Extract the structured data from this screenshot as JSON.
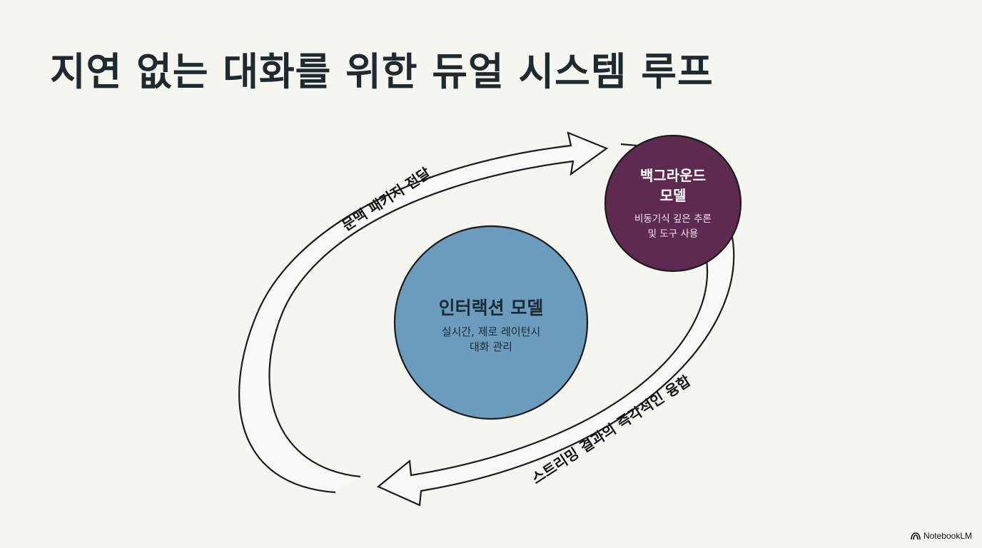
{
  "title": "지연 없는 대화를 위한 듀얼 시스템 루프",
  "interaction_model": {
    "title": "인터랙션 모델",
    "desc_line1": "실시간, 제로 레이턴시",
    "desc_line2": "대화 관리",
    "color": "#6b9bbd"
  },
  "background_model": {
    "title_line1": "백그라운드",
    "title_line2": "모델",
    "desc_line1": "비동기식 깊은 추론",
    "desc_line2": "및 도구 사용",
    "color": "#5e2a50"
  },
  "arrows": {
    "top_label": "문맥 패키지 전달",
    "bottom_label": "스트리밍 결과의 즉각적인 융합"
  },
  "brand": {
    "label": "NotebookLM",
    "icon": "notebooklm-logo-icon"
  }
}
